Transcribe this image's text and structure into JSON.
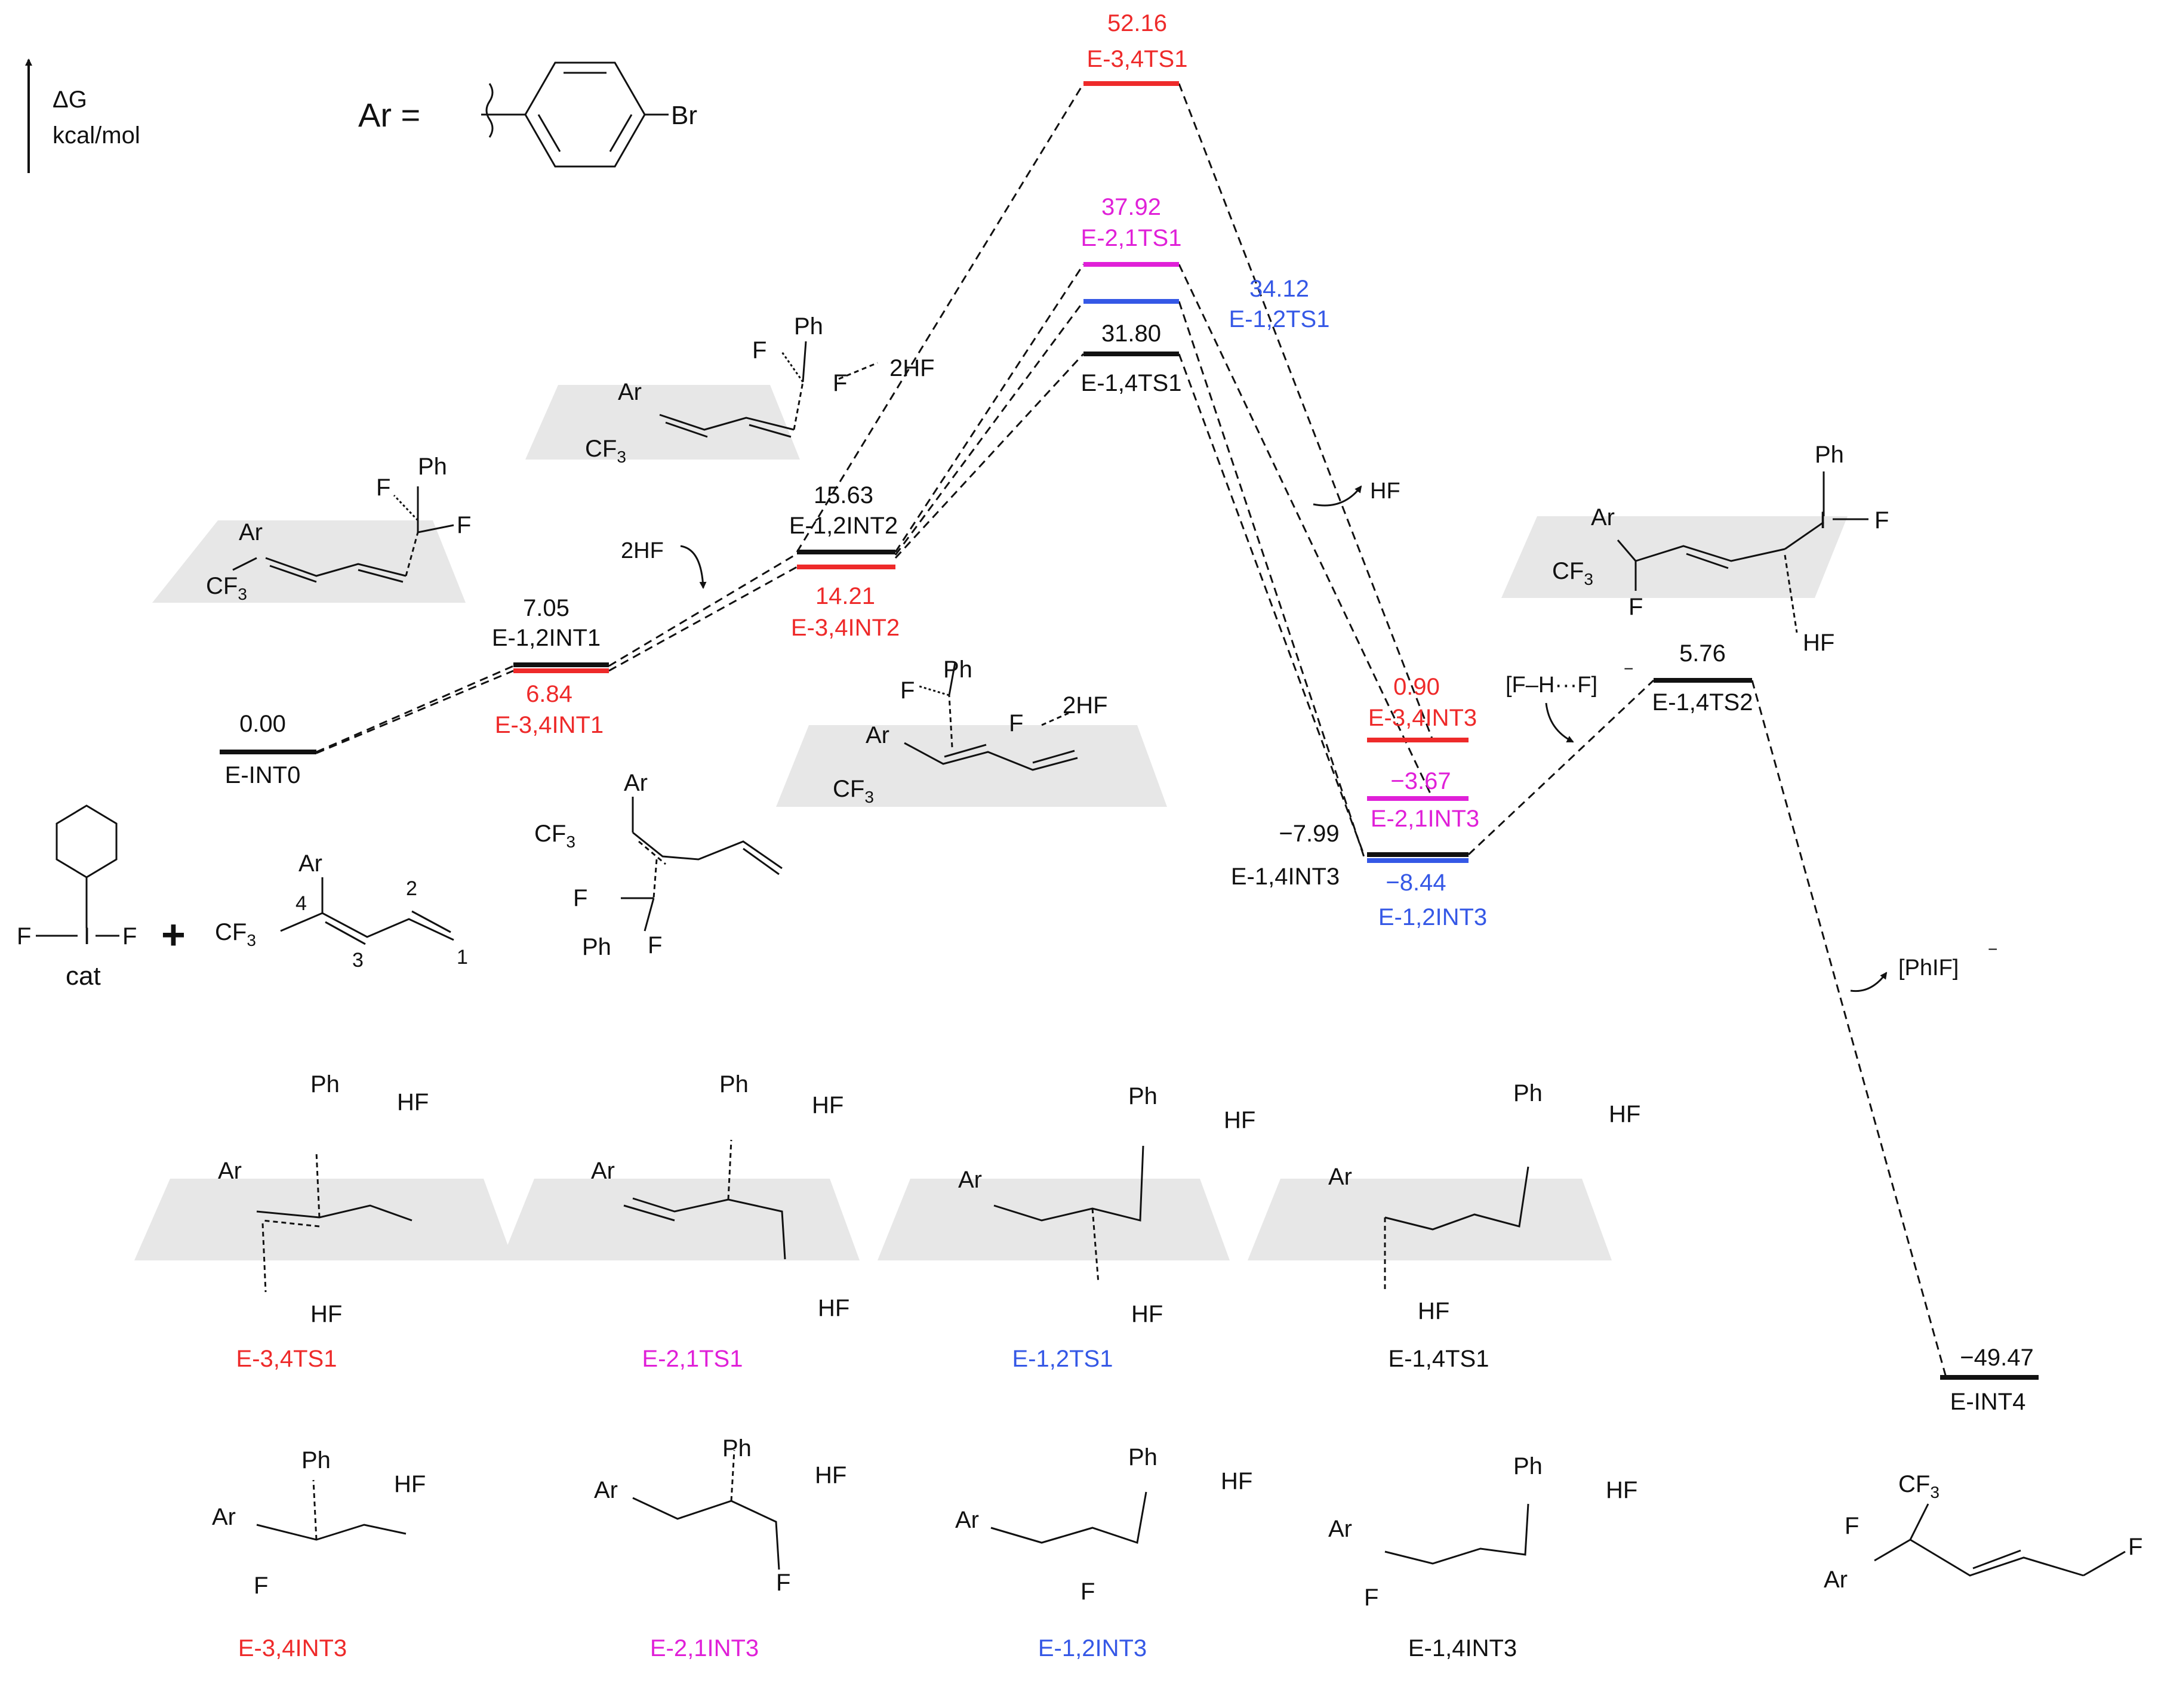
{
  "axis": {
    "label": "ΔG",
    "unit": "kcal/mol"
  },
  "ar_definition": {
    "prefix": "Ar =",
    "substituent": "Br"
  },
  "colors": {
    "black": "#111111",
    "red": "#ee2a2a",
    "magenta": "#e020d8",
    "blue": "#3558e6",
    "plane": "#e7e7e7"
  },
  "levels": {
    "E-INT0": {
      "value": "0.00",
      "label": "E-INT0"
    },
    "E-1,2INT1": {
      "value": "7.05",
      "label": "E-1,2INT1"
    },
    "E-3,4INT1": {
      "value": "6.84",
      "label": "E-3,4INT1"
    },
    "E-1,2INT2": {
      "value": "15.63",
      "label": "E-1,2INT2"
    },
    "E-3,4INT2": {
      "value": "14.21",
      "label": "E-3,4INT2"
    },
    "E-3,4TS1": {
      "value": "52.16",
      "label": "E-3,4TS1"
    },
    "E-2,1TS1": {
      "value": "37.92",
      "label": "E-2,1TS1"
    },
    "E-1,2TS1": {
      "value": "34.12",
      "label": "E-1,2TS1"
    },
    "E-1,4TS1": {
      "value": "31.80",
      "label": "E-1,4TS1"
    },
    "E-3,4INT3": {
      "value": "0.90",
      "label": "E-3,4INT3"
    },
    "E-2,1INT3": {
      "value": "−3.67",
      "label": "E-2,1INT3"
    },
    "E-1,4INT3": {
      "value": "−7.99",
      "label": "E-1,4INT3"
    },
    "E-1,2INT3": {
      "value": "−8.44",
      "label": "E-1,2INT3"
    },
    "E-1,4TS2": {
      "value": "5.76",
      "label": "E-1,4TS2"
    },
    "E-INT4": {
      "value": "−49.47",
      "label": "E-INT4"
    }
  },
  "annotations": {
    "twohf": "2HF",
    "hf_release": "HF",
    "fhf": "[F–H···F]",
    "phif": "[PhIF]",
    "minus": "−"
  },
  "reactants": {
    "cat": "cat",
    "plus": "+",
    "num1": "1",
    "num2": "2",
    "num3": "3",
    "num4": "4"
  },
  "atoms": {
    "Ar": "Ar",
    "CF3": "CF",
    "sub3": "3",
    "Ph": "Ph",
    "F": "F",
    "I": "I",
    "HF": "HF",
    "Br": "Br",
    "twoHF": "2HF"
  },
  "structure_labels": {
    "ts1": [
      "E-3,4TS1",
      "E-2,1TS1",
      "E-1,2TS1",
      "E-1,4TS1"
    ],
    "int3": [
      "E-3,4INT3",
      "E-2,1INT3",
      "E-1,2INT3",
      "E-1,4INT3"
    ]
  }
}
